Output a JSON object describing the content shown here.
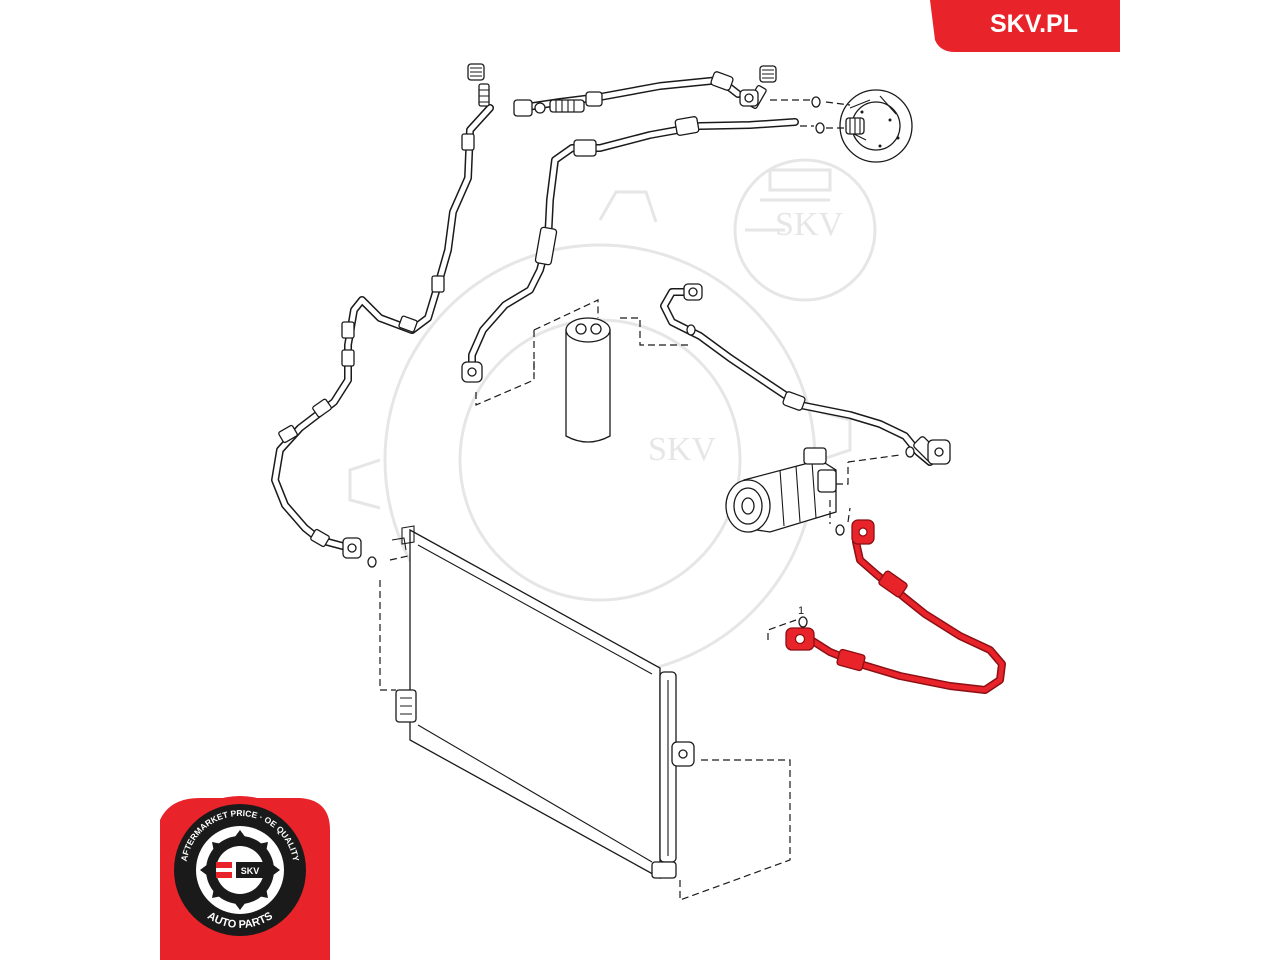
{
  "brand": {
    "site_label": "SKV.PL",
    "accent_color": "#e8232a",
    "badge_dark_color": "#1a1a1a"
  },
  "badge": {
    "ring_text": "AFTERMARKET PRICE · OE QUALITY",
    "bottom_text": "AUTO PARTS",
    "center_text": "SKV"
  },
  "watermark": {
    "text": "SKV"
  },
  "diagram": {
    "callout_number": "1",
    "highlight_color": "#e8232a",
    "icons": [
      "gear-watermark-icon",
      "skv-gear-logo-icon"
    ]
  }
}
